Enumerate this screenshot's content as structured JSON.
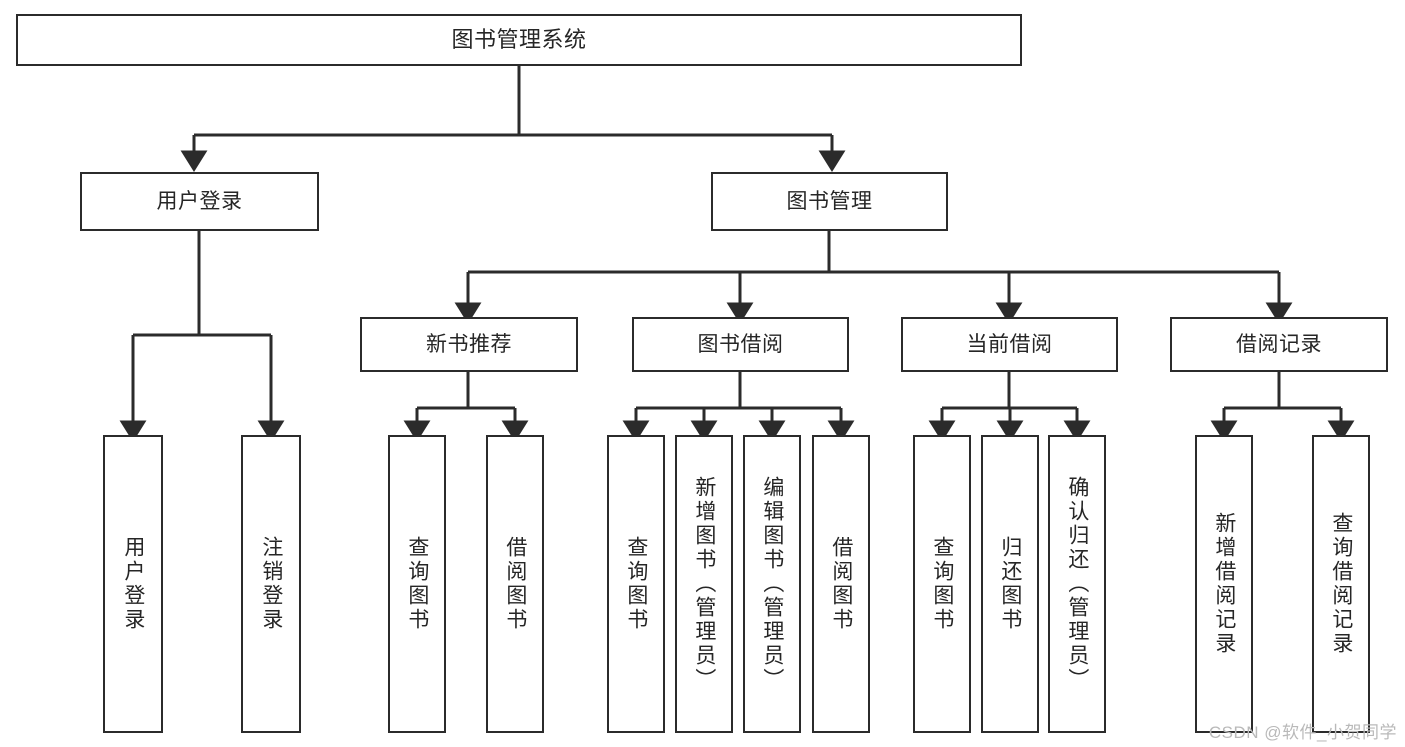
{
  "diagram": {
    "title": "图书管理系统",
    "type": "tree-hierarchy",
    "root": {
      "label": "图书管理系统"
    },
    "level2": [
      {
        "label": "用户登录"
      },
      {
        "label": "图书管理"
      }
    ],
    "level3": [
      {
        "label": "新书推荐"
      },
      {
        "label": "图书借阅"
      },
      {
        "label": "当前借阅"
      },
      {
        "label": "借阅记录"
      }
    ],
    "leaves": {
      "user_login": [
        {
          "label": "用户登录"
        },
        {
          "label": "注销登录"
        }
      ],
      "new_book_recommend": [
        {
          "label": "查询图书"
        },
        {
          "label": "借阅图书"
        }
      ],
      "book_borrow": [
        {
          "label": "查询图书"
        },
        {
          "label": "新增图书（管理员）"
        },
        {
          "label": "编辑图书（管理员）"
        },
        {
          "label": "借阅图书"
        }
      ],
      "current_borrow": [
        {
          "label": "查询图书"
        },
        {
          "label": "归还图书"
        },
        {
          "label": "确认归还（管理员）"
        }
      ],
      "borrow_record": [
        {
          "label": "新增借阅记录"
        },
        {
          "label": "查询借阅记录"
        }
      ]
    }
  },
  "watermark": {
    "text": "CSDN @软件_小贺同学"
  },
  "colors": {
    "border": "#2b2b2b",
    "text": "#262626",
    "background": "#ffffff",
    "watermark": "#b9b9b9"
  }
}
